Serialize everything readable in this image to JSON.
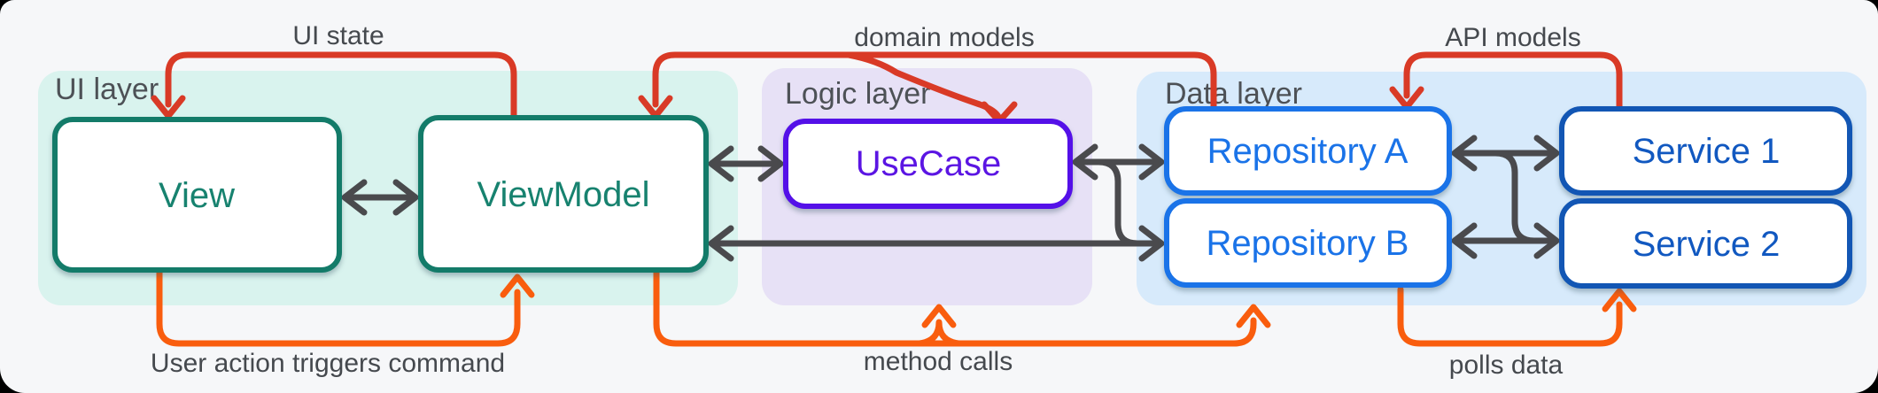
{
  "layers": [
    {
      "label": "UI layer",
      "panel_color": "#d9f3ee",
      "accent_color": "#17826f",
      "boxes": [
        {
          "label": "View"
        },
        {
          "label": "ViewModel"
        }
      ]
    },
    {
      "label": "Logic layer",
      "panel_color": "#e7e1f6",
      "accent_color": "#5b15e3",
      "boxes": [
        {
          "label": "UseCase"
        }
      ]
    },
    {
      "label": "Data layer",
      "panel_color": "#d7eafb",
      "accent_color": "#1a73e8",
      "service_accent_color": "#1256b4",
      "boxes": [
        {
          "label": "Repository A"
        },
        {
          "label": "Repository B"
        },
        {
          "label": "Service 1"
        },
        {
          "label": "Service 2"
        }
      ]
    }
  ],
  "flows": {
    "data_flow_color": "#d93a26",
    "command_flow_color": "#f95d0e",
    "link_color": "#4a4a4d",
    "label_color": "#45494e",
    "labels": {
      "ui_state": "UI state",
      "domain_models": "domain models",
      "api_models": "API models",
      "user_action": "User action triggers command",
      "method_calls": "method calls",
      "polls_data": "polls data"
    }
  }
}
